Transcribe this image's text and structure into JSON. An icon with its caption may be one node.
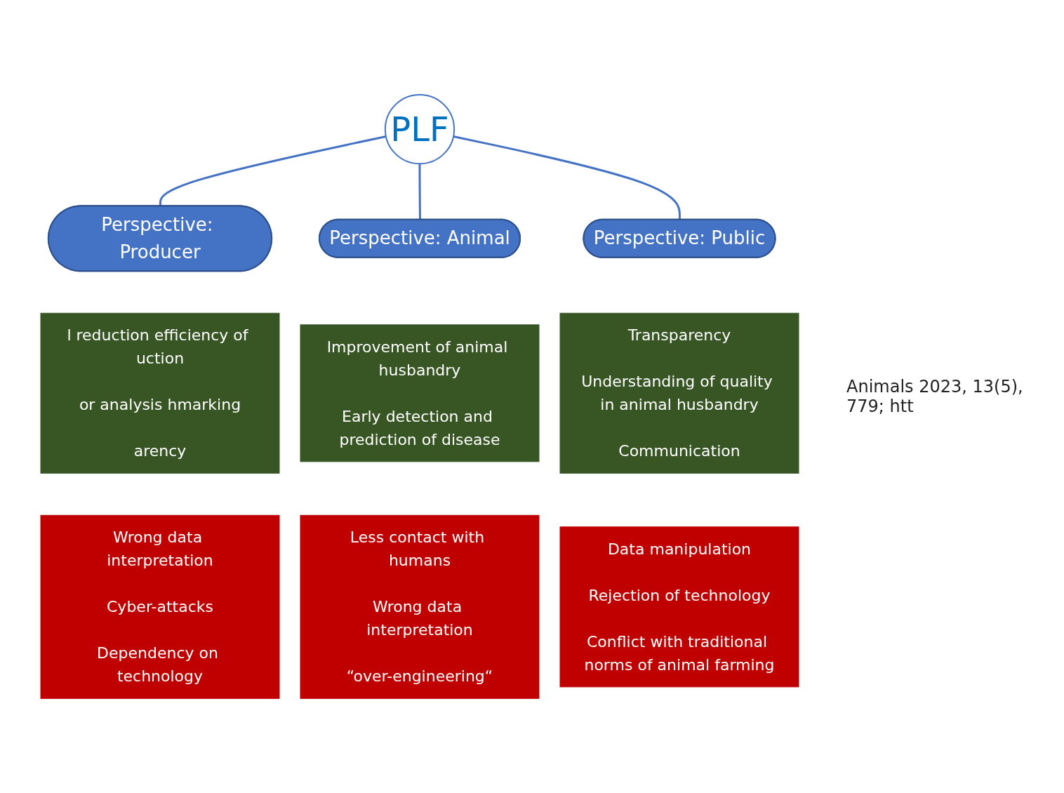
{
  "diagram": {
    "nodes": [
      {
        "text": [
          "PLF"
        ]
      },
      {
        "text": [
          "Perspective: Producer"
        ]
      },
      {
        "text": [
          "Perspective: Animal"
        ]
      },
      {
        "text": [
          "Perspective: Public"
        ]
      },
      {
        "text": [
          "l reduction efficiency of uction",
          "or analysis hmarking",
          "arency"
        ]
      },
      {
        "text": [
          "Wrong data interpretation",
          "Cyber-attacks",
          "Dependency on technology"
        ]
      },
      {
        "text": [
          "Improvement of animal husbandry",
          "Early detection and prediction of disease"
        ]
      },
      {
        "text": [
          "Less contact with humans",
          "Wrong data interpretation",
          "“over-engineering“"
        ]
      },
      {
        "text": [
          "Transparency",
          "Understanding of quality in animal husbandry",
          "Communication"
        ]
      },
      {
        "text": [
          "Data manipulation",
          "Rejection of technology",
          "Conflict with traditional norms of animal farming"
        ]
      }
    ],
    "edges": [
      {
        "from": 0,
        "to": 1,
        "arrow": "none"
      },
      {
        "from": 0,
        "to": 2,
        "arrow": "none"
      },
      {
        "from": 0,
        "to": 3,
        "arrow": "none"
      }
    ],
    "labels": [
      "Animals 2023, 13(5), 779; htt"
    ]
  }
}
